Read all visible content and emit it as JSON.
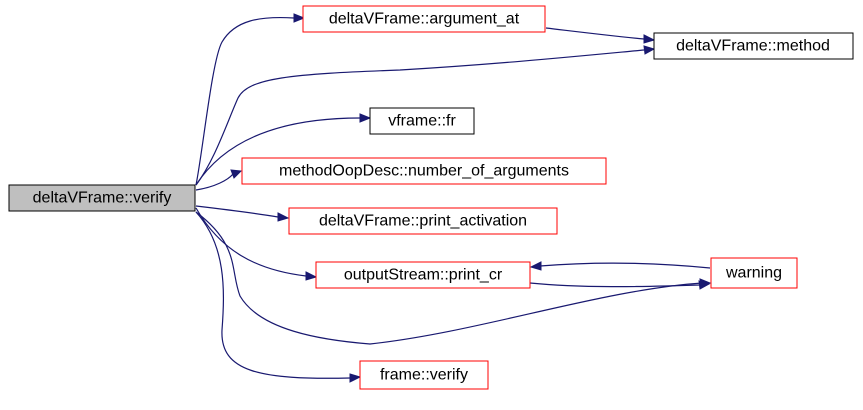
{
  "graph": {
    "colors": {
      "edge": "#191970",
      "root_fill": "#bfbfbf",
      "root_border": "#000000",
      "node_fill": "#ffffff",
      "linked_border": "#ff0000",
      "plain_border": "#000000"
    },
    "nodes": {
      "verify_root": {
        "label": "deltaVFrame::verify"
      },
      "argument_at": {
        "label": "deltaVFrame::argument_at"
      },
      "method": {
        "label": "deltaVFrame::method"
      },
      "vframe_fr": {
        "label": "vframe::fr"
      },
      "number_of_arguments": {
        "label": "methodOopDesc::number_of_arguments"
      },
      "print_activation": {
        "label": "deltaVFrame::print_activation"
      },
      "print_cr": {
        "label": "outputStream::print_cr"
      },
      "warning": {
        "label": "warning"
      },
      "frame_verify": {
        "label": "frame::verify"
      }
    }
  }
}
